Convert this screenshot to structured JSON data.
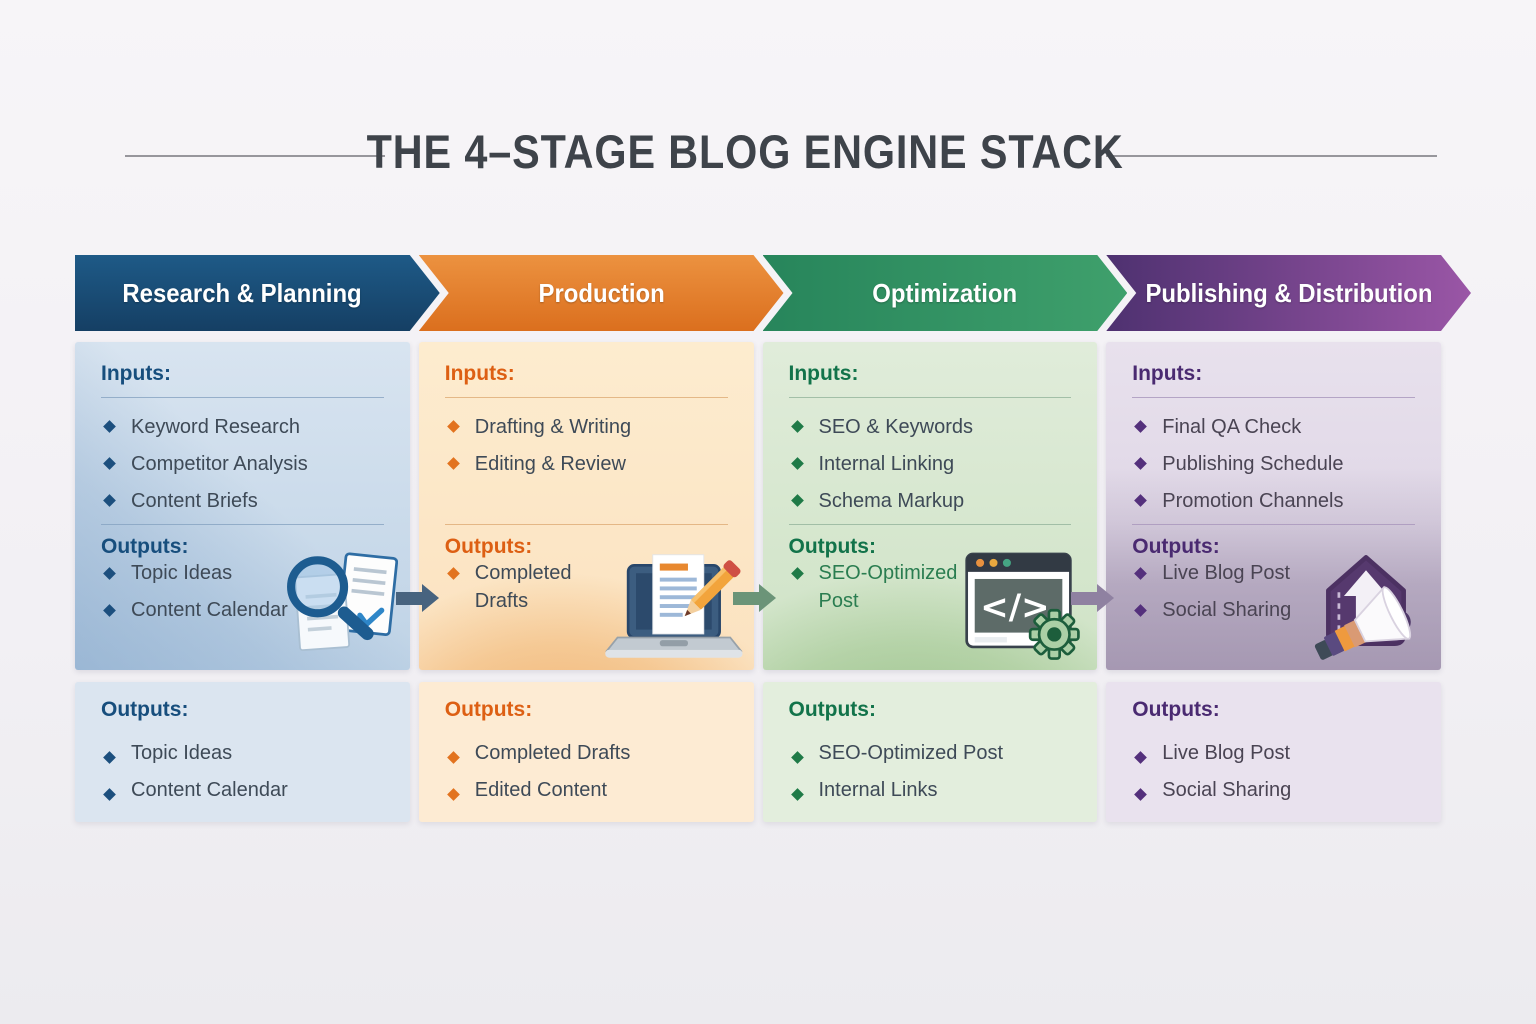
{
  "title": "THE 4–STAGE BLOG ENGINE STACK",
  "palette": {
    "page_background": "#f2f0f4",
    "title_color": "#3e434a",
    "stage_header_colors": [
      "#1a4f7c",
      "#e07b28",
      "#2e8f5e",
      "#6a4190"
    ],
    "connector_colors": [
      "#47637f",
      "#6b9478",
      "#8f81a1"
    ]
  },
  "stages": [
    {
      "name": "Research & Planning",
      "icon": "search-documents-icon",
      "inputs_label": "Inputs:",
      "inputs": [
        "Keyword Research",
        "Competitor Analysis",
        "Content Briefs"
      ],
      "outputs_label": "Outputs:",
      "stage_outputs": [
        "Topic Ideas",
        "Content Calendar"
      ],
      "bottom": {
        "label": "Outputs:",
        "items": [
          "Topic Ideas",
          "Content Calendar"
        ]
      }
    },
    {
      "name": "Production",
      "icon": "laptop-writing-icon",
      "inputs_label": "Inputs:",
      "inputs": [
        "Drafting & Writing",
        "Editing & Review"
      ],
      "outputs_label": "Outputs:",
      "stage_outputs": [
        "Completed Drafts"
      ],
      "bottom": {
        "label": "Outputs:",
        "items": [
          "Completed Drafts",
          "Edited Content"
        ]
      }
    },
    {
      "name": "Optimization",
      "icon": "code-gear-icon",
      "inputs_label": "Inputs:",
      "inputs": [
        "SEO & Keywords",
        "Internal Linking",
        "Schema Markup"
      ],
      "outputs_label": "Outputs:",
      "stage_outputs": [
        "SEO-Optimized Post"
      ],
      "bottom": {
        "label": "Outputs:",
        "items": [
          "SEO-Optimized Post",
          "Internal Links"
        ]
      }
    },
    {
      "name": "Publishing & Distribution",
      "icon": "publish-megaphone-icon",
      "inputs_label": "Inputs:",
      "inputs": [
        "Final QA Check",
        "Publishing Schedule",
        "Promotion Channels"
      ],
      "outputs_label": "Outputs:",
      "stage_outputs": [
        "Live Blog Post",
        "Social Sharing"
      ],
      "bottom": {
        "label": "Outputs:",
        "items": [
          "Live Blog Post",
          "Social Sharing"
        ]
      }
    }
  ]
}
